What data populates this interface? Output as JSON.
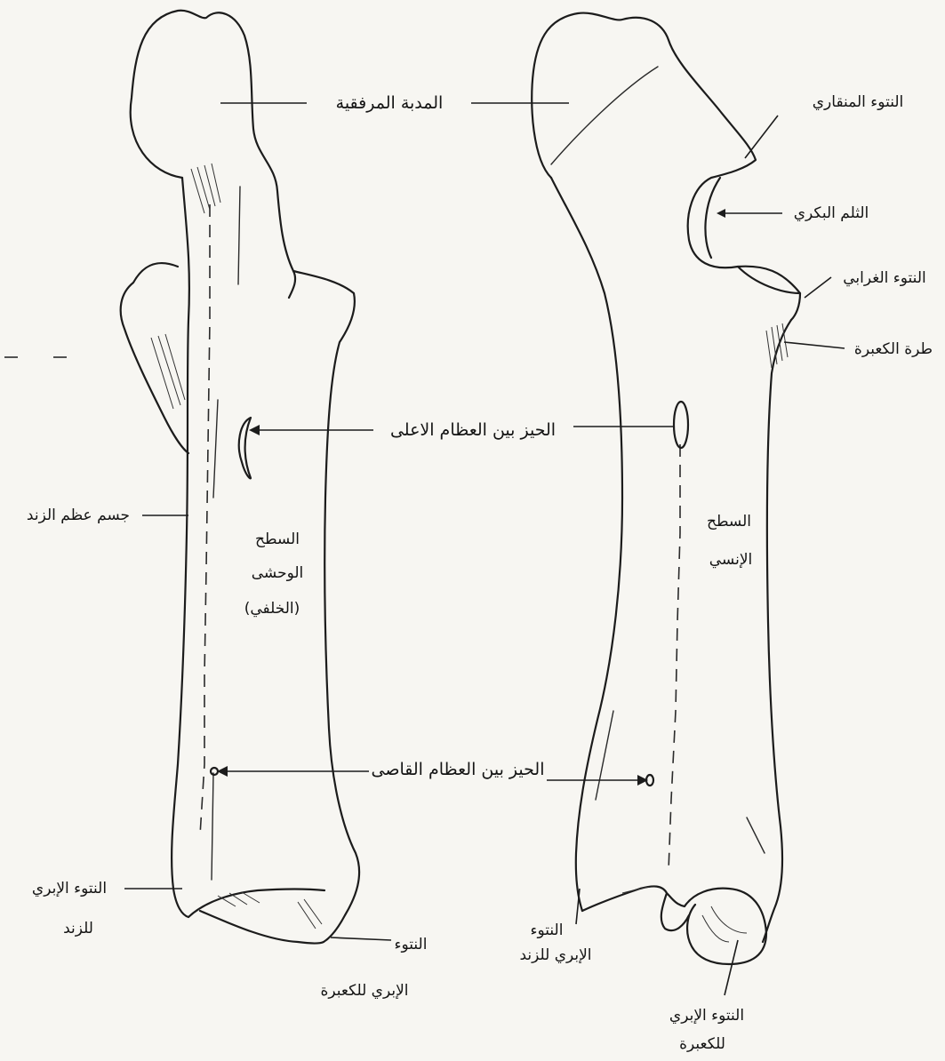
{
  "labels": {
    "head_semilunar": "المدبة المرفقية",
    "anconeal_process": "النتوء المنقاري",
    "trochlear_notch": "الثلم البكري",
    "coronoid_process": "النتوء الغرابي",
    "radial_head": "طرة الكعبرة",
    "interosseous_space_upper": "الحيز بين العظام الاعلى",
    "ulna_body": "جسم عظم الزند",
    "medial_surface_line1": "السطح",
    "medial_surface_line2": "الوحشى",
    "medial_surface_line3": "(الخلفي)",
    "lateral_surface_line1": "السطح",
    "lateral_surface_line2": "الإنسي",
    "interosseous_space_lower": "الحيز بين العظام القاصى",
    "ulna_distal_process_left_line1": "النتوء الإبري",
    "ulna_distal_process_left_line2": "للزند",
    "radius_distal_process_left_line1": "النتوء",
    "radius_distal_process_left_line2": "الإبري للكعبرة",
    "ulna_distal_process_right_line1": "النتوء",
    "ulna_distal_process_right_line2": "الإبري للزند",
    "radius_distal_process_right_line1": "النتوء الإبري",
    "radius_distal_process_right_line2": "للكعبرة"
  }
}
